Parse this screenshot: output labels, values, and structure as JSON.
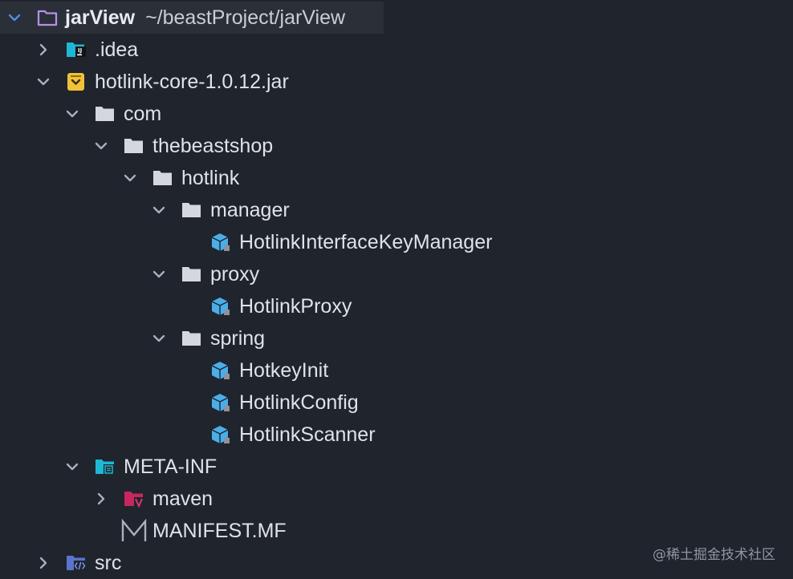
{
  "project_tree": {
    "root": {
      "name": "jarView",
      "path": "~/beastProject/jarView"
    },
    "items": [
      {
        "label": ".idea",
        "icon": "idea-folder-icon",
        "expanded": false
      },
      {
        "label": "hotlink-core-1.0.12.jar",
        "icon": "jar-icon",
        "expanded": true
      },
      {
        "label": "com",
        "icon": "folder-icon",
        "expanded": true
      },
      {
        "label": "thebeastshop",
        "icon": "folder-icon",
        "expanded": true
      },
      {
        "label": "hotlink",
        "icon": "folder-icon",
        "expanded": true
      },
      {
        "label": "manager",
        "icon": "folder-icon",
        "expanded": true
      },
      {
        "label": "HotlinkInterfaceKeyManager",
        "icon": "class-icon"
      },
      {
        "label": "proxy",
        "icon": "folder-icon",
        "expanded": true
      },
      {
        "label": "HotlinkProxy",
        "icon": "class-icon"
      },
      {
        "label": "spring",
        "icon": "folder-icon",
        "expanded": true
      },
      {
        "label": "HotkeyInit",
        "icon": "class-icon"
      },
      {
        "label": "HotlinkConfig",
        "icon": "class-icon"
      },
      {
        "label": "HotlinkScanner",
        "icon": "class-icon"
      },
      {
        "label": "META-INF",
        "icon": "meta-folder-icon",
        "expanded": true
      },
      {
        "label": "maven",
        "icon": "maven-folder-icon",
        "expanded": false
      },
      {
        "label": "MANIFEST.MF",
        "icon": "manifest-icon"
      },
      {
        "label": "src",
        "icon": "source-folder-icon",
        "expanded": false
      }
    ]
  },
  "watermark": "@稀土掘金技术社区",
  "colors": {
    "background": "#1f242d",
    "selected_row": "#2a2f38",
    "text": "#dfe3e8",
    "chevron": "#aab1bd",
    "root_chevron": "#4f8ee8",
    "folder": "#d4d8de",
    "class_icon": "#4aaee8",
    "jar_icon": "#f0c23a",
    "maven_icon": "#c6285d",
    "source_icon": "#5a74c9"
  }
}
